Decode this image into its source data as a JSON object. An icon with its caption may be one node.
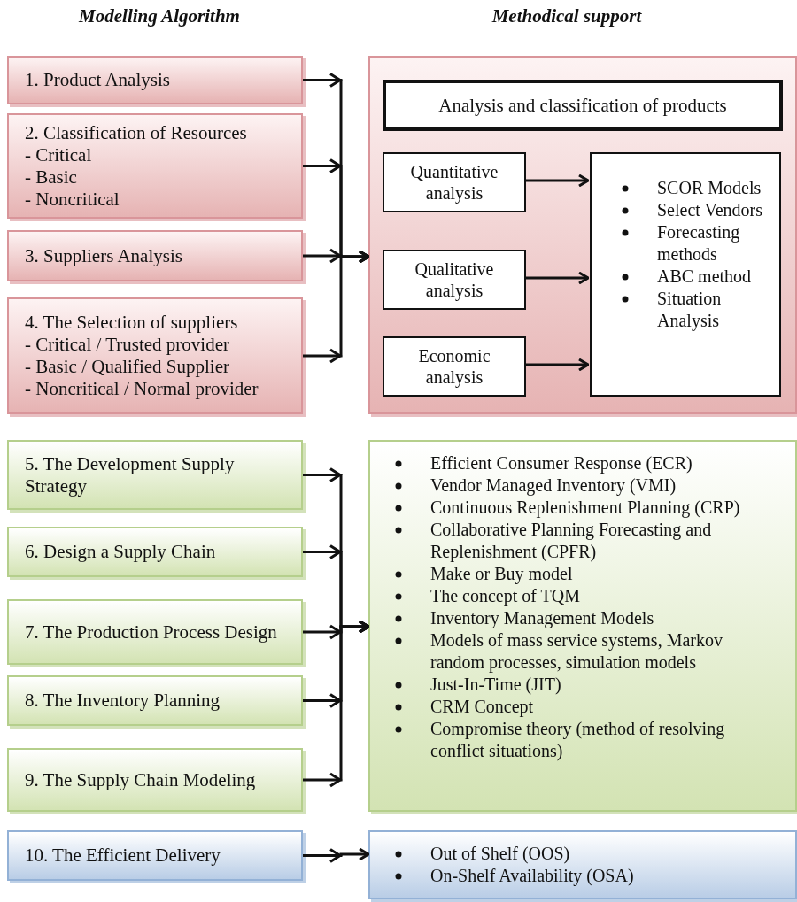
{
  "diagram": {
    "nodes": [
      {
        "text": [
          "1. Product Analysis"
        ]
      },
      {
        "text": [
          "2. Classification of Resources",
          "- Critical",
          "- Basic",
          "- Noncritical"
        ]
      },
      {
        "text": [
          "3. Suppliers Analysis"
        ]
      },
      {
        "text": [
          "4. The Selection of suppliers",
          "- Critical / Trusted provider",
          "- Basic / Qualified Supplier",
          "- Noncritical / Normal provider"
        ]
      },
      {
        "text": [],
        "shape": "box"
      },
      {
        "text": [
          "Analysis and classification of products"
        ],
        "in": 4
      },
      {
        "text": [
          "Quantitative analysis"
        ],
        "in": 4
      },
      {
        "text": [
          "Qualitative analysis"
        ],
        "in": 4
      },
      {
        "text": [
          "Economic analysis"
        ],
        "in": 4
      },
      {
        "text": [
          "SCOR Models",
          "Select Vendors",
          "Forecasting methods",
          "ABC method",
          "Situation Analysis"
        ],
        "in": 4
      },
      {
        "text": [
          "5. The Development Supply Strategy"
        ]
      },
      {
        "text": [
          "6. Design a Supply Chain"
        ]
      },
      {
        "text": [
          "7. The Production Process Design"
        ]
      },
      {
        "text": [
          "8. The Inventory Planning"
        ]
      },
      {
        "text": [
          "9. The Supply Chain Modeling"
        ]
      },
      {
        "text": [
          "Efficient Consumer Response (ECR)",
          "Vendor Managed Inventory (VMI)",
          "Continuous Replenishment Planning (CRP)",
          "Collaborative Planning Forecasting and Replenishment (CPFR)",
          "Make or Buy model",
          "The concept of TQM",
          "Inventory Management Models",
          "Models of mass service systems, Markov random processes, simulation models",
          "Just-In-Time (JIT)",
          "CRM Concept",
          "Compromise theory (method of resolving conflict situations)"
        ]
      },
      {
        "text": [
          "10. The Efficient Delivery"
        ]
      },
      {
        "text": [
          "Out of Shelf (OOS)",
          "On-Shelf Availability (OSA)"
        ]
      }
    ],
    "edges": [
      {
        "from": 0,
        "to": 4,
        "arrow": "to"
      },
      {
        "from": 1,
        "to": 4,
        "arrow": "to"
      },
      {
        "from": 2,
        "to": 4,
        "arrow": "to"
      },
      {
        "from": 3,
        "to": 4,
        "arrow": "to"
      },
      {
        "from": 6,
        "to": 9,
        "arrow": "to"
      },
      {
        "from": 7,
        "to": 9,
        "arrow": "to"
      },
      {
        "from": 8,
        "to": 9,
        "arrow": "to"
      },
      {
        "from": 10,
        "to": 15,
        "arrow": "to"
      },
      {
        "from": 11,
        "to": 15,
        "arrow": "to"
      },
      {
        "from": 12,
        "to": 15,
        "arrow": "to"
      },
      {
        "from": 13,
        "to": 15,
        "arrow": "to"
      },
      {
        "from": 14,
        "to": 15,
        "arrow": "to"
      },
      {
        "from": 16,
        "to": 17,
        "arrow": "to"
      }
    ],
    "labels": [
      "Modelling Algorithm",
      "Methodical support"
    ]
  }
}
